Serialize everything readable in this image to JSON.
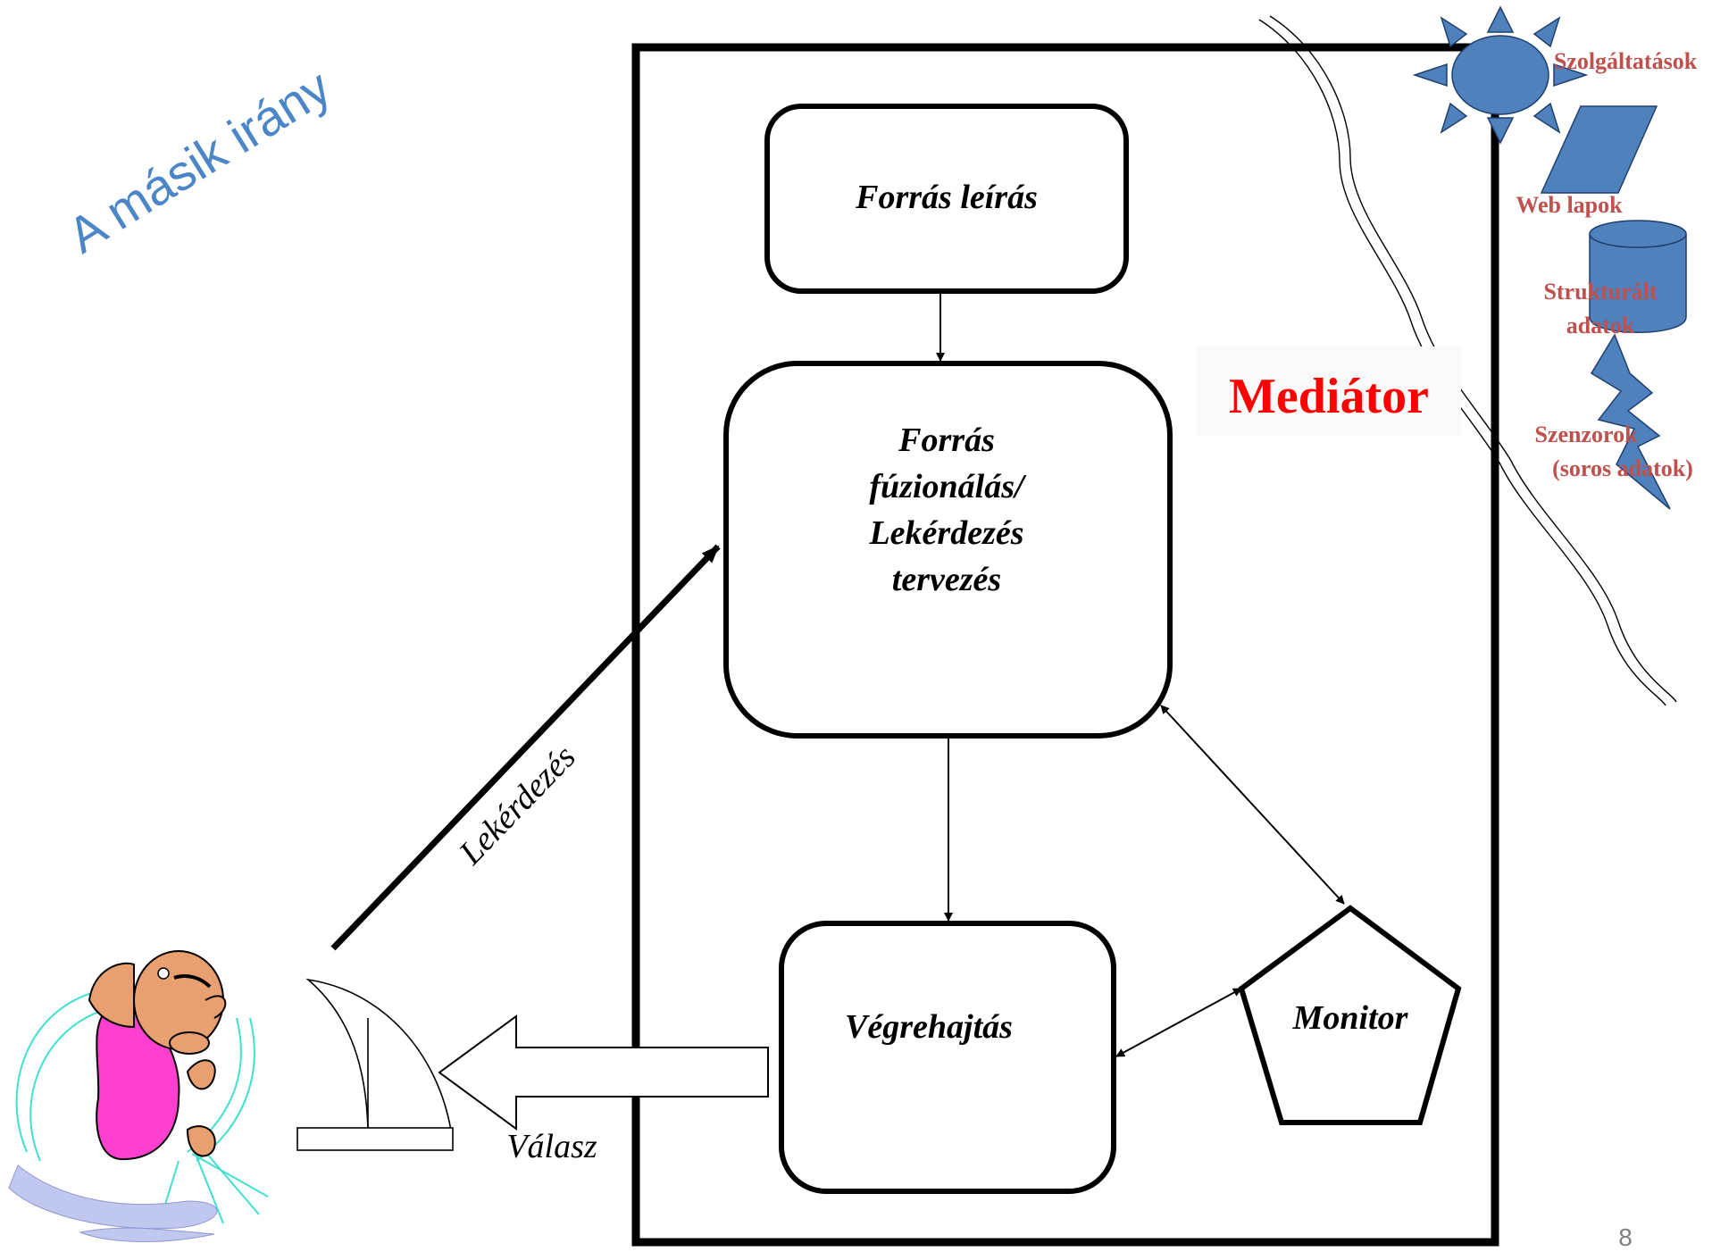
{
  "slide": {
    "title": "A másik irány",
    "page_number": "8"
  },
  "mediator": {
    "label": "Mediátor",
    "boxes": {
      "source_description": "Forrás leírás",
      "fusion_lines": [
        "Forrás",
        "fúzionálás/",
        "Lekérdezés",
        "tervezés"
      ],
      "execution": "Végrehajtás",
      "monitor": "Monitor"
    }
  },
  "flows": {
    "query": "Lekérdezés",
    "answer": "Válasz"
  },
  "sources": {
    "services": "Szolgáltatások",
    "web_pages": "Web lapok",
    "structured_lines": [
      "Strukturált",
      "adatok"
    ],
    "sensors_lines": [
      "Szenzorok",
      "(soros adatok)"
    ]
  },
  "colors": {
    "title_blue": "#4a86c8",
    "source_shape_fill": "#4f81bd",
    "source_label": "#c0504d",
    "mediator_label": "#ff0000",
    "person_shirt": "#ff3fcf",
    "person_skin": "#e8a070",
    "swirl": "#40e0d0"
  },
  "icons": {
    "person": "user-clipart",
    "sun": "sun-icon",
    "parallelogram": "web-page-icon",
    "cylinder": "database-icon",
    "lightning": "lightning-icon",
    "dish": "satellite-dish-icon"
  }
}
